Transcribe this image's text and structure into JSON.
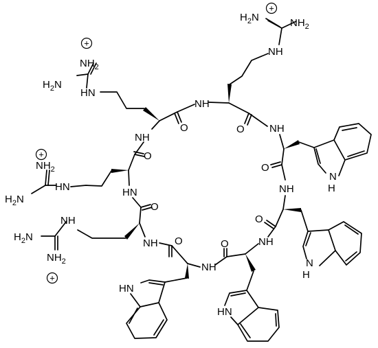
{
  "labels": {
    "nh": "NH",
    "hn": "HN",
    "n": "N",
    "h": "H",
    "o": "O",
    "nh2": "NH",
    "h2n": "H",
    "two": "2",
    "plus": "+"
  },
  "colors": {
    "ink": "#000000",
    "background": "#ffffff"
  }
}
